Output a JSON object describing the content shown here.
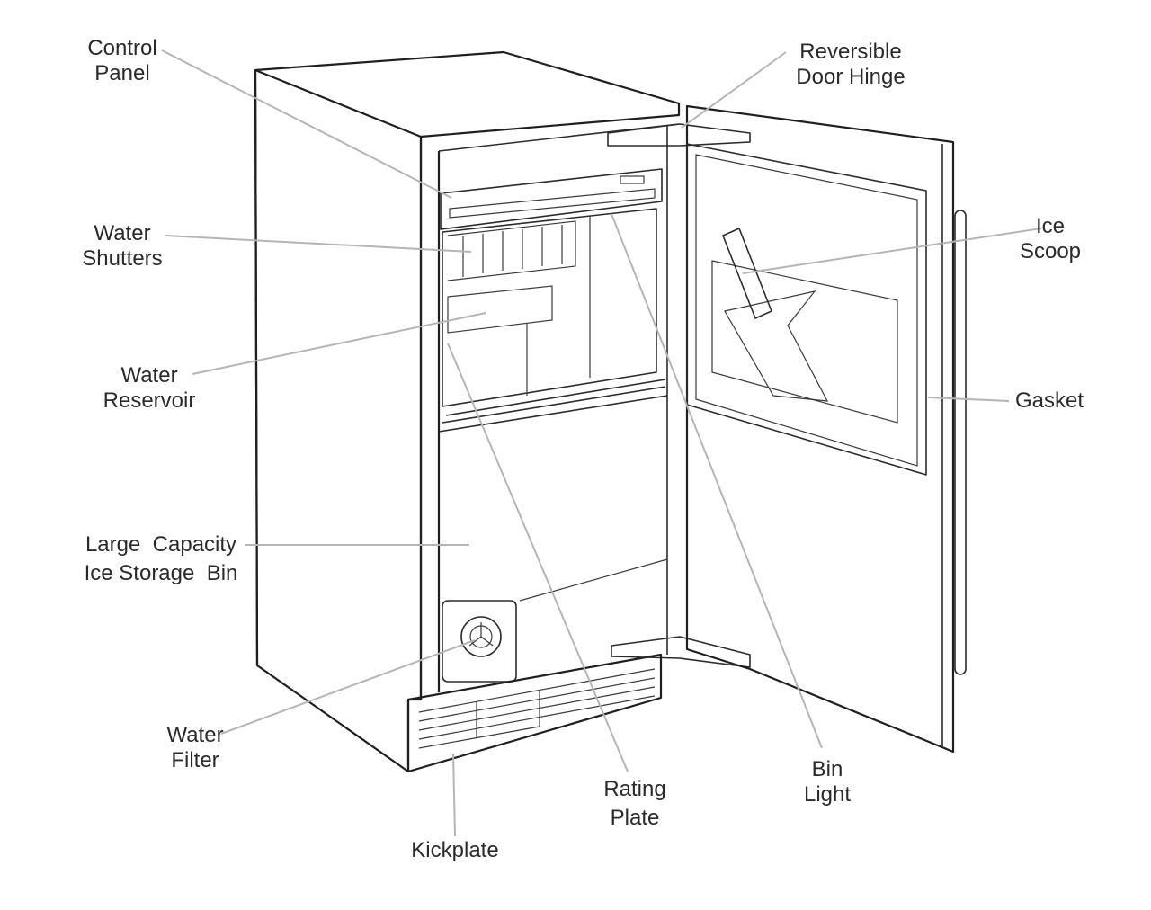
{
  "labels": {
    "control_panel": [
      "Control",
      "Panel"
    ],
    "reversible_door_hinge": [
      "Reversible",
      "Door Hinge"
    ],
    "water_shutters": [
      "Water",
      "Shutters"
    ],
    "ice_scoop": [
      "Ice",
      "Scoop"
    ],
    "water_reservoir": [
      "Water",
      "Reservoir"
    ],
    "gasket": [
      "Gasket"
    ],
    "large_capacity_bin": [
      "Large  Capacity",
      "Ice Storage  Bin"
    ],
    "water_filter": [
      "Water",
      "Filter"
    ],
    "rating_plate": [
      "Rating",
      "Plate"
    ],
    "bin_light": [
      "Bin",
      "Light"
    ],
    "kickplate": [
      "Kickplate"
    ]
  },
  "colors": {
    "outline": "#1f1f1f",
    "leader": "#b5b5b5",
    "text": "#2a2a2a",
    "background": "#ffffff"
  }
}
